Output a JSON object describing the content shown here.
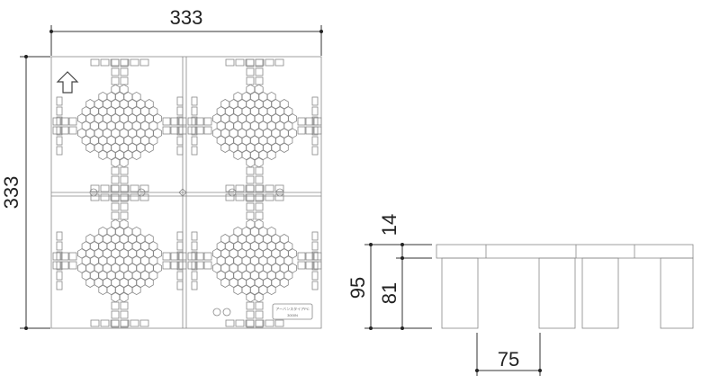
{
  "top_view": {
    "width_label": "333",
    "depth_label": "333",
    "plate_text_line1": "アーバンスタイアPC",
    "plate_text_line2": "3000N"
  },
  "side_view": {
    "height_total_label": "95",
    "deck_label": "14",
    "leg_label": "81",
    "leg_width_label": "75"
  }
}
